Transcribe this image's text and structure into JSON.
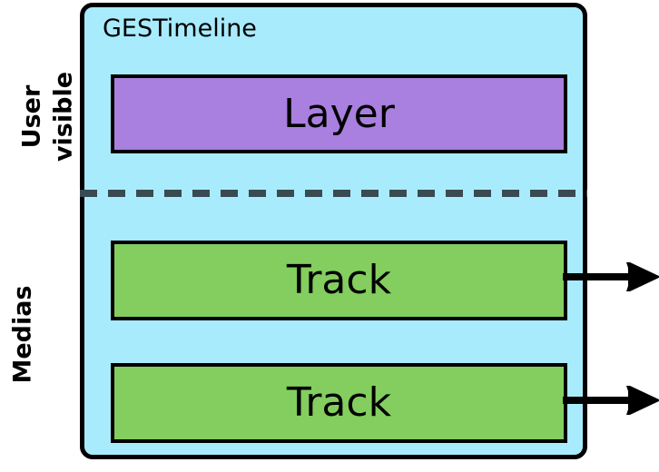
{
  "diagram": {
    "title": "GESTimeline",
    "colors": {
      "container_fill": "#a8ebfc",
      "layer_fill": "#a97fdf",
      "track_fill": "#83ce5e",
      "divider": "#3a4a52",
      "stroke": "#000000"
    },
    "side_labels": {
      "user_visible": {
        "line1": "User",
        "line2": "visible"
      },
      "medias": "Medias"
    },
    "blocks": [
      {
        "id": "layer",
        "label": "Layer",
        "section": "user-visible"
      },
      {
        "id": "track-1",
        "label": "Track",
        "section": "medias"
      },
      {
        "id": "track-2",
        "label": "Track",
        "section": "medias"
      }
    ],
    "arrows": [
      {
        "id": "arrow-track-1",
        "from": "track-1",
        "direction": "right",
        "glyph": "arrow-right-icon"
      },
      {
        "id": "arrow-track-2",
        "from": "track-2",
        "direction": "right",
        "glyph": "arrow-right-icon"
      }
    ],
    "divider": {
      "style": "dashed",
      "separates": [
        "user-visible",
        "medias"
      ]
    }
  }
}
